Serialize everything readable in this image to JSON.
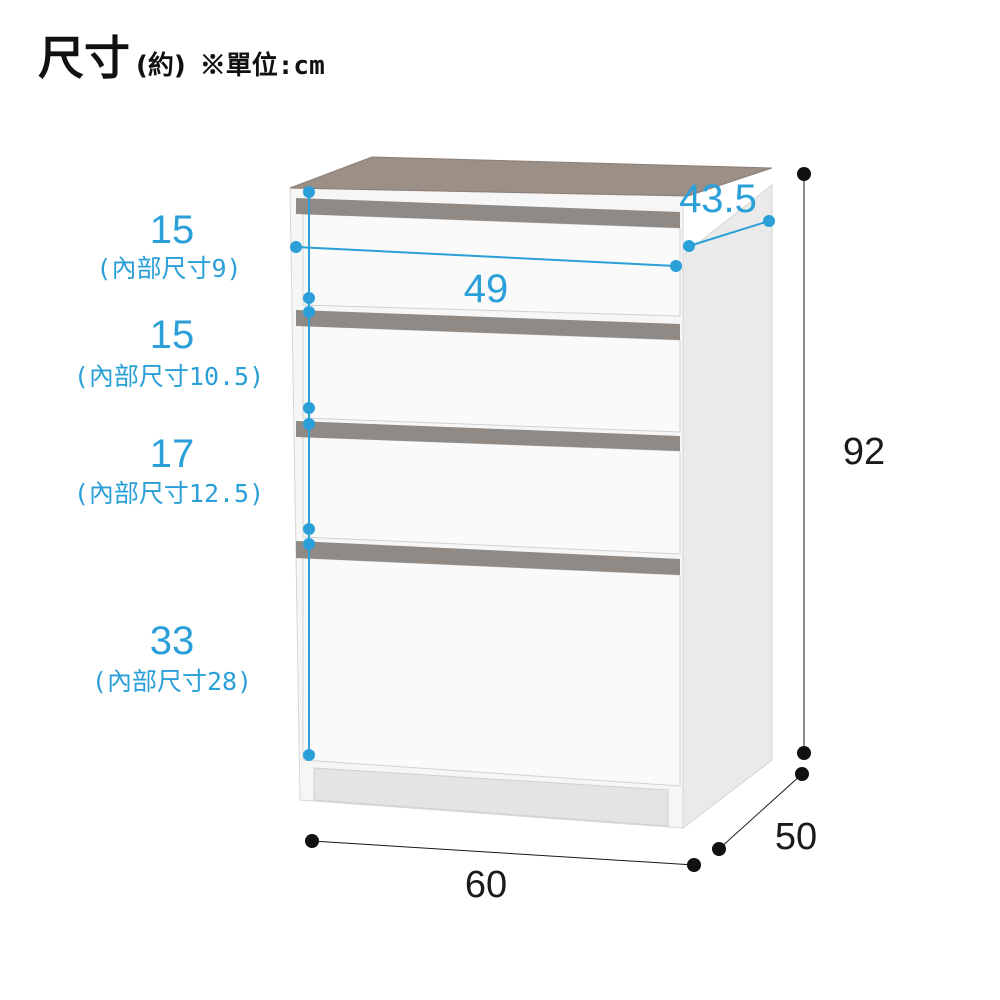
{
  "title": {
    "main": "尺寸",
    "sub": "(約)",
    "unit": "※單位:cm"
  },
  "colors": {
    "dimension_blue": "#2a9fd8",
    "outer_dimension": "#1a1a1a",
    "cabinet_body": "#f4f4f4",
    "countertop": "#9c8f86",
    "handle": "#8f8a86"
  },
  "drawers": [
    {
      "height": "15",
      "inner": "(內部尺寸9)"
    },
    {
      "height": "15",
      "inner": "(內部尺寸10.5)"
    },
    {
      "height": "17",
      "inner": "(內部尺寸12.5)"
    },
    {
      "height": "33",
      "inner": "(內部尺寸28)"
    }
  ],
  "inner_dimensions": {
    "width": "49",
    "depth": "43.5"
  },
  "outer_dimensions": {
    "height": "92",
    "width": "60",
    "depth": "50"
  }
}
